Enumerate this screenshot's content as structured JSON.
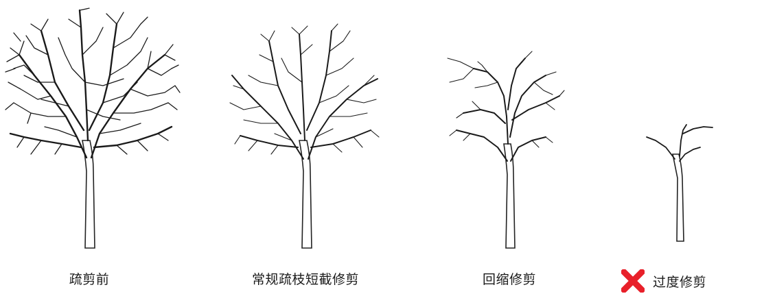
{
  "stages": [
    {
      "id": "before",
      "label": "疏剪前"
    },
    {
      "id": "regular",
      "label": "常规疏枝短截修剪"
    },
    {
      "id": "retract",
      "label": "回缩修剪"
    },
    {
      "id": "excessive",
      "label": "过度修剪",
      "marker": "red-x-icon",
      "marker_color": "#e8202a"
    }
  ]
}
